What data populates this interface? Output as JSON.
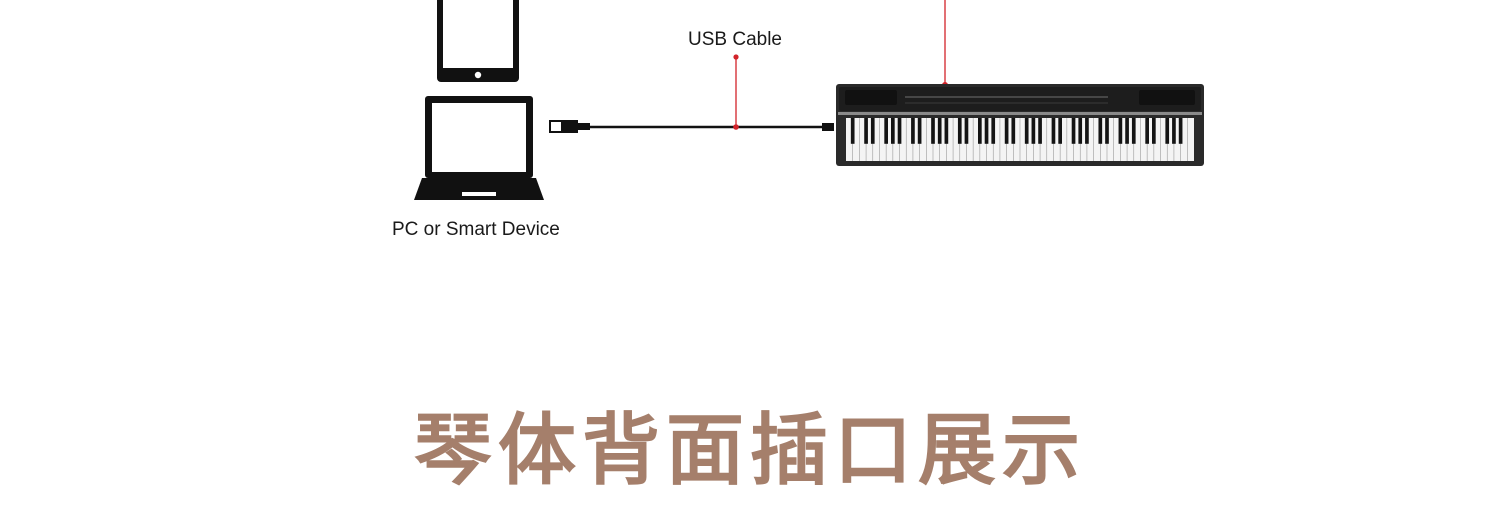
{
  "diagram": {
    "labels": {
      "usb_cable": "USB Cable",
      "device": "PC or Smart Device"
    },
    "colors": {
      "line": "#111111",
      "pointer": "#d2232a",
      "heading": "#a57f6b",
      "piano_body": "#2a2a2a"
    },
    "icons": [
      "tablet-icon",
      "laptop-icon",
      "usb-plug-icon",
      "digital-piano-icon"
    ]
  },
  "heading": {
    "text": "琴体背面插口展示"
  }
}
